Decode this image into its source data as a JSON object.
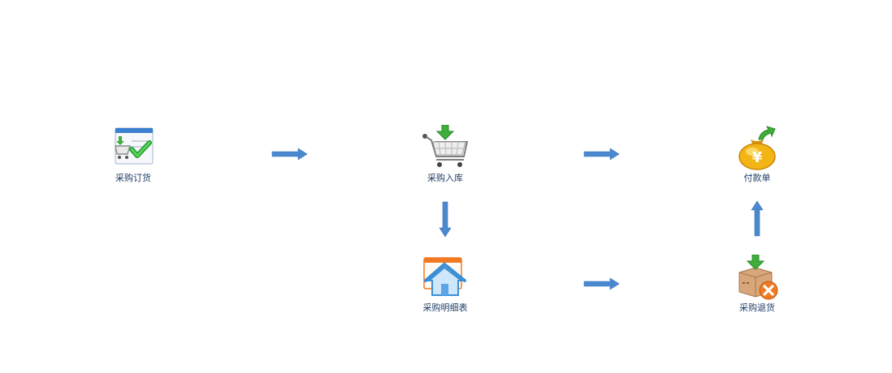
{
  "flow": {
    "nodes": [
      {
        "id": "purchase-order",
        "label": "采购订货",
        "icon": "cart-checklist-icon"
      },
      {
        "id": "purchase-stock-in",
        "label": "采购入库",
        "icon": "shopping-cart-download-icon"
      },
      {
        "id": "payment-slip",
        "label": "付款单",
        "icon": "money-bag-icon"
      },
      {
        "id": "purchase-detail-report",
        "label": "采购明细表",
        "icon": "house-window-icon"
      },
      {
        "id": "purchase-return",
        "label": "采购退货",
        "icon": "box-return-icon"
      }
    ],
    "colors": {
      "arrow": "#4a88cf",
      "label": "#1f3f66",
      "green": "#3fae3a",
      "gold": "#f3b416",
      "orange": "#f07a24"
    }
  }
}
